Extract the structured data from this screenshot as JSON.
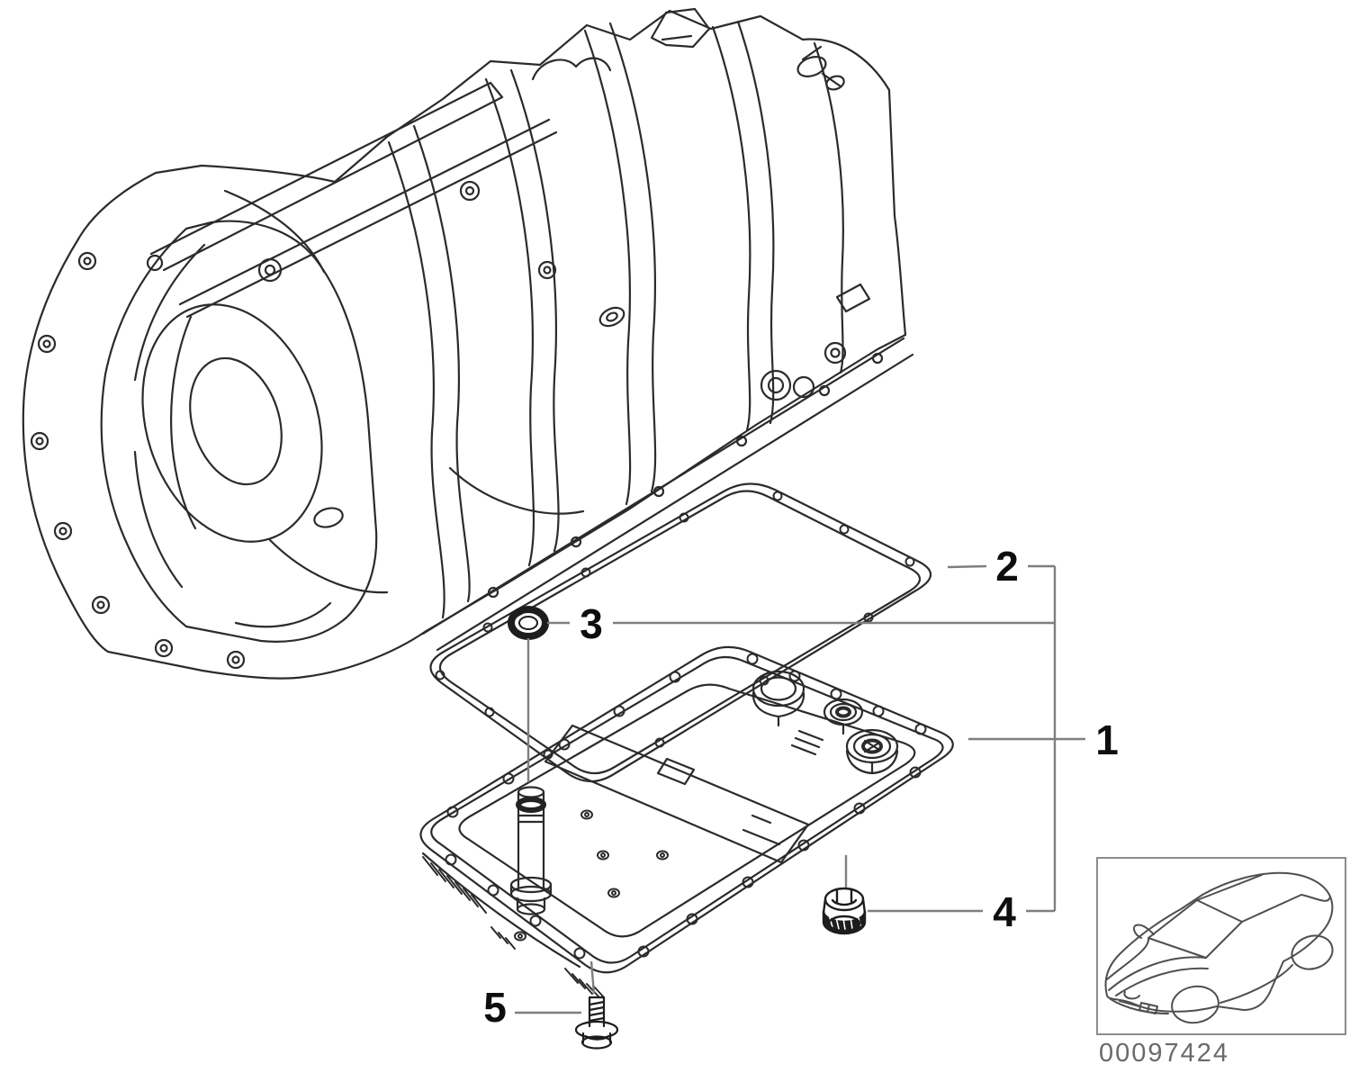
{
  "callouts": {
    "c1": "1",
    "c2": "2",
    "c3": "3",
    "c4": "4",
    "c5": "5"
  },
  "image_code": "00097424",
  "colors": {
    "drawing_line": "#2b2b2b",
    "leader_line": "#7f7f7f",
    "callout_text": "#0e0e0e",
    "image_code_text": "#6a6a6a",
    "background": "#ffffff",
    "car_box_border": "#8c8c8c"
  }
}
